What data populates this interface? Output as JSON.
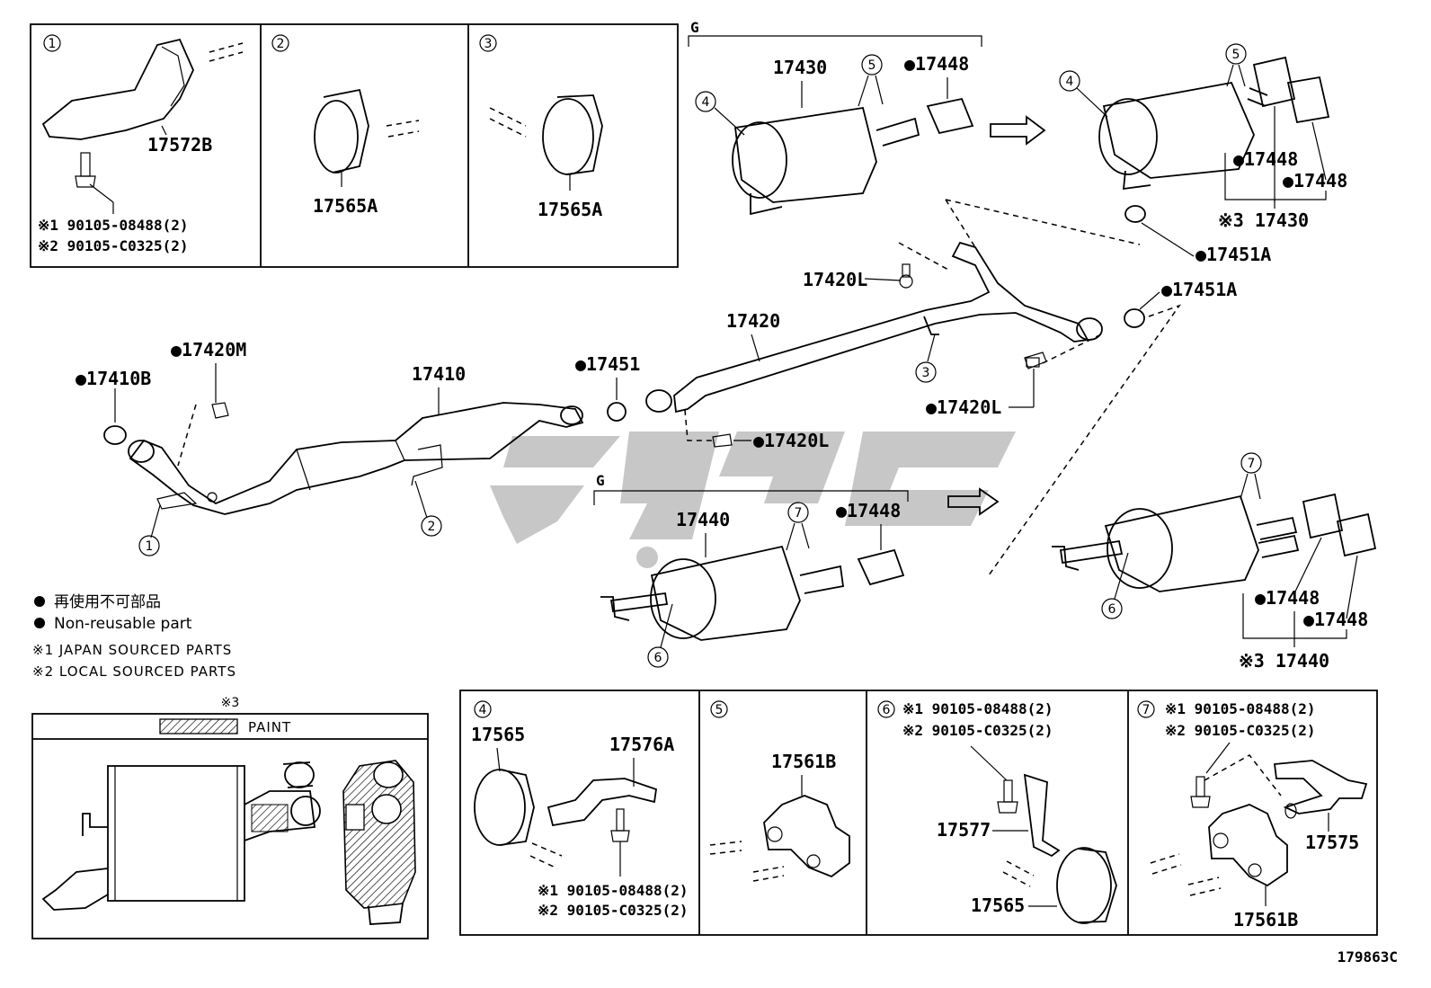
{
  "diagram_id": "179863C",
  "group_label": "G",
  "legend": {
    "jp": "再使用不可部品",
    "en": "Non-reusable part",
    "note1": "※1 JAPAN SOURCED PARTS",
    "note2": "※2 LOCAL SOURCED PARTS"
  },
  "paint_box": {
    "ref": "※3",
    "label": "PAINT"
  },
  "callouts": {
    "c1": "1",
    "c2": "2",
    "c3": "3",
    "c4": "4",
    "c5": "5",
    "c6": "6",
    "c7": "7"
  },
  "parts": {
    "p17572B": "17572B",
    "p17565A_a": "17565A",
    "p17565A_b": "17565A",
    "bolt1a": "※1 90105-08488(2)",
    "bolt1b": "※2 90105-C0325(2)",
    "p17430": "17430",
    "p17448_top": "●17448",
    "p17448_r1": "●17448",
    "p17448_r2": "●17448",
    "p17430_3": "※3 17430",
    "p17451A_1": "●17451A",
    "p17451A_2": "●17451A",
    "p17420L_top": "17420L",
    "p17420": "17420",
    "p17420L_mid": "●17420L",
    "p17420L_bot": "●17420L",
    "p17451": "●17451",
    "p17410": "17410",
    "p17410B": "●17410B",
    "p17420M": "●17420M",
    "p17440": "17440",
    "p17448_mid": "●17448",
    "p17448_r3": "●17448",
    "p17448_r4": "●17448",
    "p17440_3": "※3 17440",
    "p17565": "17565",
    "p17576A": "17576A",
    "bolt4a": "※1 90105-08488(2)",
    "bolt4b": "※2 90105-C0325(2)",
    "p17561B_5": "17561B",
    "bolt6a": "※1 90105-08488(2)",
    "bolt6b": "※2 90105-C0325(2)",
    "p17577": "17577",
    "p17565_6": "17565",
    "bolt7a": "※1 90105-08488(2)",
    "bolt7b": "※2 90105-C0325(2)",
    "p17575": "17575",
    "p17561B_7": "17561B"
  }
}
